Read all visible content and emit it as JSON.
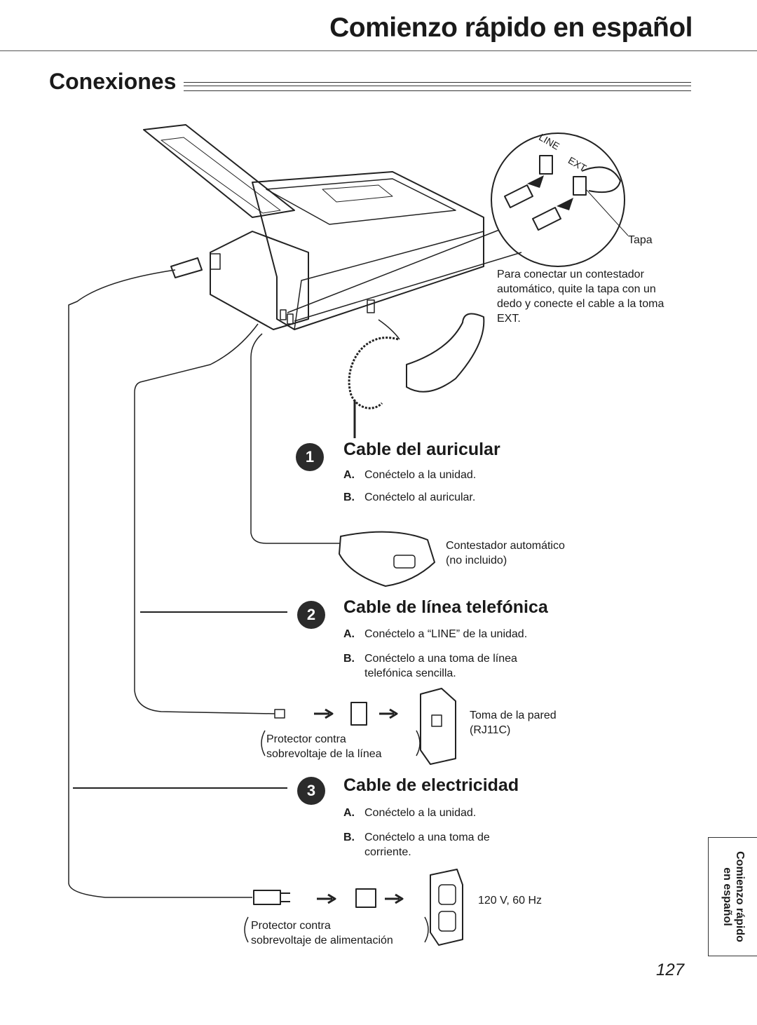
{
  "page": {
    "title": "Comienzo rápido en español",
    "section_title": "Conexiones",
    "page_number": "127",
    "side_tab_lines": [
      "Comienzo rápido",
      "en español"
    ]
  },
  "diagram": {
    "jack_labels": [
      "LINE",
      "EXT"
    ],
    "cover_label": "Tapa",
    "ext_note": "Para conectar un contestador automático, quite la tapa con un dedo y conecte el cable a la toma EXT.",
    "answering_machine_label": [
      "Contestador automático",
      "(no incluido)"
    ],
    "wall_jack_label": [
      "Toma de la pared",
      "(RJ11C)"
    ],
    "line_surge_protector": [
      "Protector contra",
      "sobrevoltaje de la línea"
    ],
    "outlet_label": "120 V, 60 Hz",
    "power_surge_protector": [
      "Protector contra",
      "sobrevoltaje de alimentación"
    ]
  },
  "sections": [
    {
      "number": "1",
      "heading": "Cable del auricular",
      "steps": [
        {
          "letter": "A.",
          "text": "Conéctelo a la unidad."
        },
        {
          "letter": "B.",
          "text": "Conéctelo al auricular."
        }
      ]
    },
    {
      "number": "2",
      "heading": "Cable de línea telefónica",
      "steps": [
        {
          "letter": "A.",
          "text": "Conéctelo a “LINE” de la unidad."
        },
        {
          "letter": "B.",
          "text": "Conéctelo a una toma de línea telefónica sencilla."
        }
      ]
    },
    {
      "number": "3",
      "heading": "Cable de electricidad",
      "steps": [
        {
          "letter": "A.",
          "text": "Conéctelo a la unidad."
        },
        {
          "letter": "B.",
          "text": "Conéctelo a una toma de corriente."
        }
      ]
    }
  ]
}
